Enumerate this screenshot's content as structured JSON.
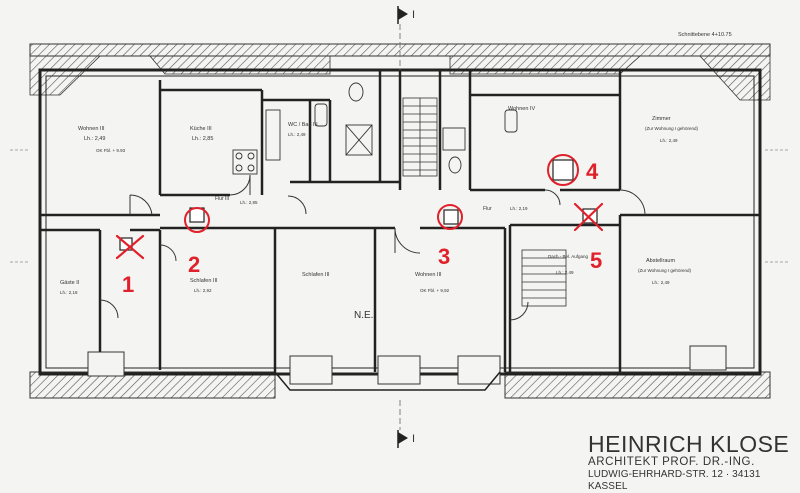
{
  "drawing": {
    "sheet_ref": "Schnittebene 4+10.75",
    "section_marker": "I",
    "north_mark": "N.E."
  },
  "rooms": [
    {
      "id": "r1",
      "name": "Wohnen III",
      "area": "Lh.: 2,49",
      "extra": "OK Fbl. + 9.93"
    },
    {
      "id": "r2",
      "name": "Küche III",
      "area": "Lh.: 2,85"
    },
    {
      "id": "r3",
      "name": "WC / Bad III",
      "area": "Lh.: 2,49"
    },
    {
      "id": "r4",
      "name": "Wohnen IV",
      "area": ""
    },
    {
      "id": "r5",
      "name": "Zimmer",
      "area": "(Zur Wohnung I gehörend)",
      "extra": "Lh.: 2,49"
    },
    {
      "id": "r6",
      "name": "Gäste II",
      "area": "Lh.: 2,18"
    },
    {
      "id": "r7",
      "name": "Schlafen III",
      "area": "Lh.: 2,92"
    },
    {
      "id": "r8",
      "name": "Schlafen III",
      "area": ""
    },
    {
      "id": "r9",
      "name": "Wohnen III",
      "area": "OK Fbl. + 9,92"
    },
    {
      "id": "r10",
      "name": "Abstellraum",
      "area": "(Zur Wohnung I gehörend)",
      "extra": "Lh.: 2,49"
    },
    {
      "id": "r11",
      "name": "Flur III",
      "area": "Lh.: 2,85"
    },
    {
      "id": "r12",
      "name": "Flur",
      "area": "Lh.: 2,19"
    },
    {
      "id": "r13",
      "name": "Dach - Bel. Aufgang",
      "area": "Lh.: 2,49"
    }
  ],
  "markers": [
    {
      "num": "1",
      "kind": "cross"
    },
    {
      "num": "2",
      "kind": "circle"
    },
    {
      "num": "3",
      "kind": "circle"
    },
    {
      "num": "4",
      "kind": "circle"
    },
    {
      "num": "5",
      "kind": "cross"
    }
  ],
  "title_block": {
    "name": "HEINRICH KLOSE",
    "subtitle": "ARCHITEKT PROF. DR.-ING.",
    "address": "LUDWIG-EHRHARD-STR. 12 · 34131 KASSEL"
  },
  "colors": {
    "ink": "#2a2a2a",
    "marker": "#e0202a",
    "paper": "#f4f4f2"
  }
}
